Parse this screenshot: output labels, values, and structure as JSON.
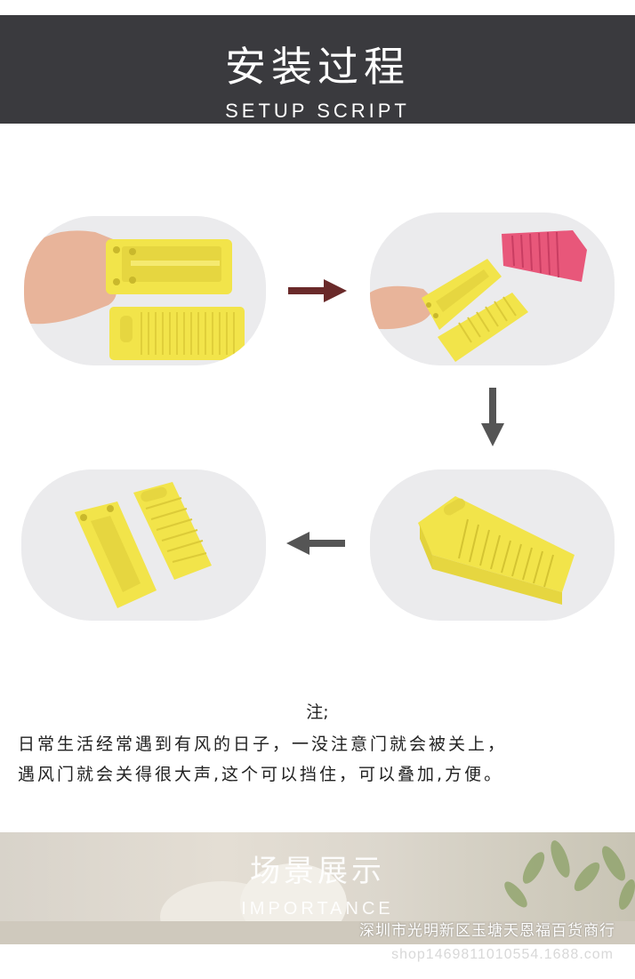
{
  "header": {
    "title": "安装过程",
    "subtitle": "SETUP SCRIPT"
  },
  "note": {
    "label": "注;",
    "lines": [
      "日常生活经常遇到有风的日子，一没注意门就会被关上，",
      "遇风门就会关得很大声,这个可以挡住，可以叠加,方便。"
    ]
  },
  "scene": {
    "title": "场景展示",
    "subtitle": "IMPORTANCE",
    "shop_name": "深圳市光明新区玉塘天恩福百货商行"
  },
  "watermark": "shop1469811010554.1688.com",
  "colors": {
    "header_bg": "#3a3a3e",
    "yellow": "#f2e44a",
    "pink": "#e8577a",
    "arrow_dark_red": "#6a2a2a",
    "arrow_gray": "#555555"
  }
}
